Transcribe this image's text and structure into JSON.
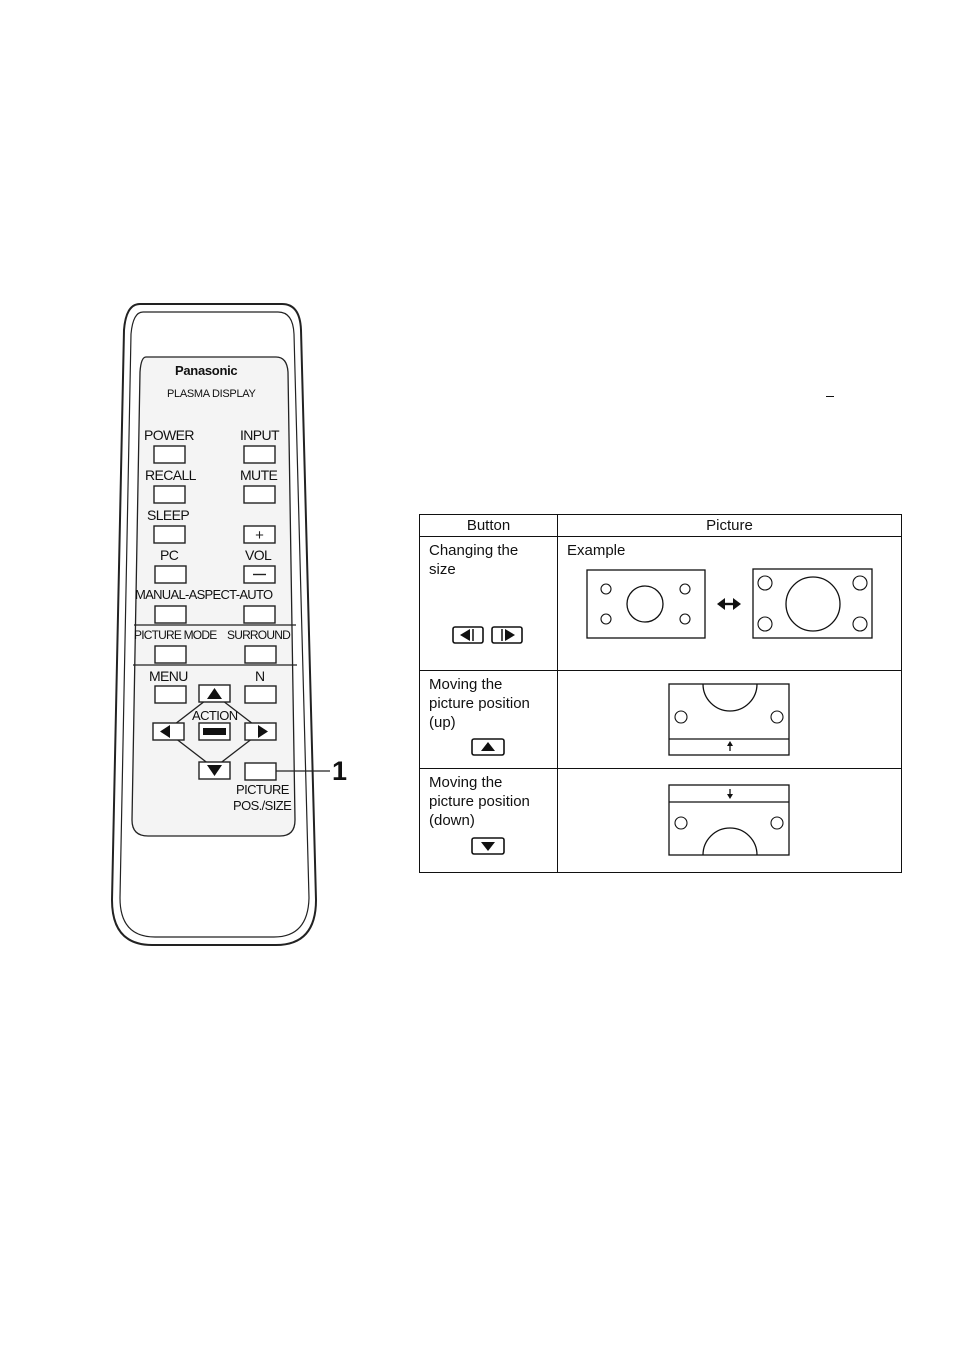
{
  "remote": {
    "brand": "Panasonic",
    "subtitle": "PLASMA DISPLAY",
    "buttons": {
      "power": "POWER",
      "input": "INPUT",
      "recall": "RECALL",
      "mute": "MUTE",
      "sleep": "SLEEP",
      "pc": "PC",
      "vol": "VOL",
      "manual_aspect_auto": "MANUAL-ASPECT-AUTO",
      "picture_mode": "PICTURE MODE",
      "surround": "SURROUND",
      "menu": "MENU",
      "n": "N",
      "action": "ACTION",
      "picture_line1": "PICTURE",
      "picture_line2": "POS./SIZE"
    },
    "callout_number": "1"
  },
  "table": {
    "header_button": "Button",
    "header_picture": "Picture",
    "rows": [
      {
        "button_text": [
          "Changing the",
          "size"
        ],
        "picture_text": "Example"
      },
      {
        "button_text": [
          "Moving the",
          "picture position",
          "(up)"
        ]
      },
      {
        "button_text": [
          "Moving the",
          "picture position",
          "(down)"
        ]
      }
    ]
  }
}
